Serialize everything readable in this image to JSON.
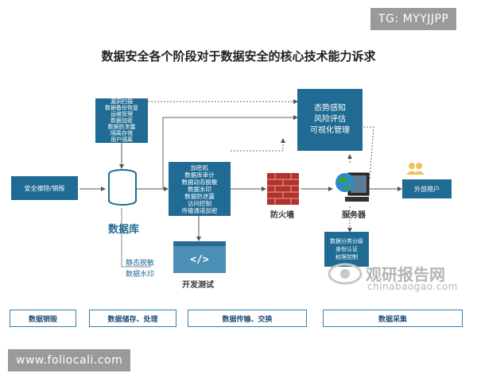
{
  "tag_top": "TG: MYYJJPP",
  "tag_bottom": "www.foliocali.com",
  "title": "数据安全各个阶段对于数据安全的核心技术能力诉求",
  "left_box": {
    "label": "安全擦除/销毁"
  },
  "db_top_box": {
    "items": [
      "漏洞扫描",
      "数据备份恢复",
      "运维管理",
      "数据加密",
      "数据防泄露",
      "隔离存储",
      "用户隔离"
    ]
  },
  "center_box": {
    "items": [
      "加密机",
      "数据库审计",
      "数据动态脱敏",
      "数据水印",
      "数据防泄露",
      "访问控制",
      "传输通道加密"
    ]
  },
  "top_right_box": {
    "items": [
      "态势感知",
      "风险评估",
      "可视化管理"
    ]
  },
  "bottom_right_box": {
    "items": [
      "数据分类分级",
      "身份认证",
      "权限控制"
    ]
  },
  "right_box": {
    "label": "外部用户"
  },
  "database_label": "数据库",
  "static_mask": "静态脱敏",
  "data_watermark": "数据水印",
  "devtest_label": "开发测试",
  "devtest_icon": "</>",
  "firewall_label": "防火墙",
  "server_label": "服务器",
  "watermark": {
    "cn": "观研报告网",
    "en": "chinabaogao.com"
  },
  "stages": [
    "数据销毁",
    "数据储存、处理",
    "数据传输、交换",
    "数据采集"
  ]
}
